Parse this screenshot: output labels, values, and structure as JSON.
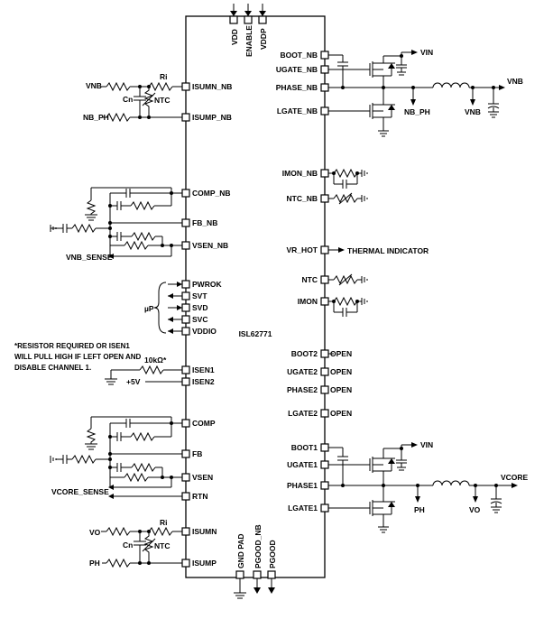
{
  "ic": {
    "name": "ISL62771"
  },
  "top_pins": [
    "VDD",
    "ENABLE",
    "VDDP"
  ],
  "bottom_pins": [
    "GND PAD",
    "PGOOD_NB",
    "PGOOD"
  ],
  "left_pins": {
    "isumn_nb": "ISUMN_NB",
    "isump_nb": "ISUMP_NB",
    "comp_nb": "COMP_NB",
    "fb_nb": "FB_NB",
    "vsen_nb": "VSEN_NB",
    "pwrok": "PWROK",
    "svt": "SVT",
    "svd": "SVD",
    "svc": "SVC",
    "vddio": "VDDIO",
    "isen1": "ISEN1",
    "isen2": "ISEN2",
    "comp": "COMP",
    "fb": "FB",
    "vsen": "VSEN",
    "rtn": "RTN",
    "isumn": "ISUMN",
    "isump": "ISUMP"
  },
  "right_pins": {
    "boot_nb": "BOOT_NB",
    "ugate_nb": "UGATE_NB",
    "phase_nb": "PHASE_NB",
    "lgate_nb": "LGATE_NB",
    "imon_nb": "IMON_NB",
    "ntc_nb": "NTC_NB",
    "vr_hot": "VR_HOT",
    "ntc": "NTC",
    "imon": "IMON",
    "boot2": "BOOT2",
    "ugate2": "UGATE2",
    "phase2": "PHASE2",
    "lgate2": "LGATE2",
    "boot1": "BOOT1",
    "ugate1": "UGATE1",
    "phase1": "PHASE1",
    "lgate1": "LGATE1"
  },
  "labels": {
    "vnb_in": "VNB",
    "ri_top": "Ri",
    "cn_top": "Cn",
    "ntc_top": "NTC",
    "nb_ph_in": "NB_PH",
    "vnb_sense": "VNB_SENSE",
    "mu_p": "µP",
    "note": [
      "*RESISTOR REQUIRED OR ISEN1",
      "WILL PULL HIGH IF LEFT OPEN AND",
      "DISABLE CHANNEL 1."
    ],
    "r10k": "10kΩ*",
    "plus5v": "+5V",
    "vcore_sense": "VCORE_SENSE",
    "vo_in": "VO",
    "ri_bot": "Ri",
    "cn_bot": "Cn",
    "ntc_bot": "NTC",
    "ph_in": "PH",
    "vin_top": "VIN",
    "vnb_out": "VNB",
    "nb_ph_out": "NB_PH",
    "vnb_out2": "VNB",
    "thermal": "THERMAL INDICATOR",
    "open": "OPEN",
    "vin_bot": "VIN",
    "vcore": "VCORE",
    "ph_out": "PH",
    "vo_out": "VO"
  }
}
